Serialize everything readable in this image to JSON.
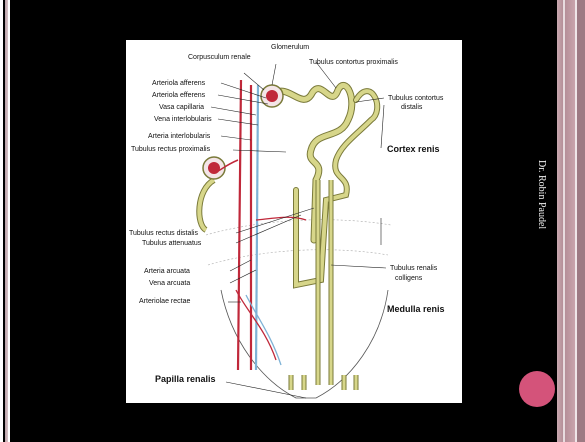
{
  "slide": {
    "author": "Dr. Robin Paudel"
  },
  "diagram": {
    "labels": {
      "glomerulum": "Glomerulum",
      "corpusculum_renale": "Corpusculum renale",
      "tubulus_contortus_proximalis": "Tubulus contortus proximalis",
      "arteriola_afferens": "Arteriola afferens",
      "arteriola_efferens": "Arteriola efferens",
      "vasa_capillaria": "Vasa capillaria",
      "vena_interlobularis": "Vena interlobularis",
      "arteria_interlobularis": "Arteria interlobularis",
      "tubulus_rectus_proximalis": "Tubulus rectus proximalis",
      "tubulus_contortus_distalis_1": "Tubulus contortus",
      "tubulus_contortus_distalis_2": "distalis",
      "cortex_renis": "Cortex renis",
      "tubulus_rectus_distalis": "Tubulus rectus distalis",
      "tubulus_attenuatus": "Tubulus attenuatus",
      "arteria_arcuata": "Arteria arcuata",
      "vena_arcuata": "Vena arcuata",
      "arteriolae_rectae": "Arteriolae rectae",
      "tubulus_renalis_1": "Tubulus renalis",
      "tubulus_renalis_2": "colligens",
      "medulla_renis": "Medulla renis",
      "papilla_renalis": "Papilla renalis"
    },
    "colors": {
      "tubule": "#d7d68a",
      "tubule_outline": "#7a7a3a",
      "artery": "#c0283a",
      "vein": "#7fb3d6",
      "background": "#ffffff"
    }
  }
}
